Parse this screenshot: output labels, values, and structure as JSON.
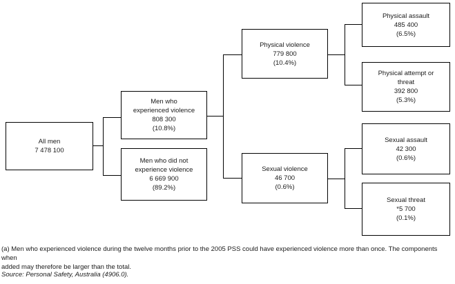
{
  "diagram": {
    "nodes": {
      "all_men": {
        "label": "All men",
        "value": "7 478 100"
      },
      "experienced": {
        "label": "Men who\nexperienced violence",
        "value": "808 300",
        "percent": "(10.8%)"
      },
      "not_experienced": {
        "label": "Men who did not\nexperience violence",
        "value": "6 669 900",
        "percent": "(89.2%)"
      },
      "physical_violence": {
        "label": "Physical violence",
        "value": "779 800",
        "percent": "(10.4%)"
      },
      "sexual_violence": {
        "label": "Sexual violence",
        "value": "46 700",
        "percent": "(0.6%)"
      },
      "physical_assault": {
        "label": "Physical assault",
        "value": "485 400",
        "percent": "(6.5%)"
      },
      "physical_attempt_or_threat": {
        "label": "Physical attempt or\nthreat",
        "value": "392 800",
        "percent": "(5.3%)"
      },
      "sexual_assault": {
        "label": "Sexual assault",
        "value": "42 300",
        "percent": "(0.6%)"
      },
      "sexual_threat": {
        "label": "Sexual threat",
        "value": "*5 700",
        "percent": "(0.1%)"
      }
    },
    "footnote": "(a) Men who experienced violence during the twelve months prior to the 2005 PSS could have experienced violence more than once. The components when\nadded may therefore be larger than the total.",
    "source": "Source: Personal Safety, Australia (4906.0)."
  }
}
